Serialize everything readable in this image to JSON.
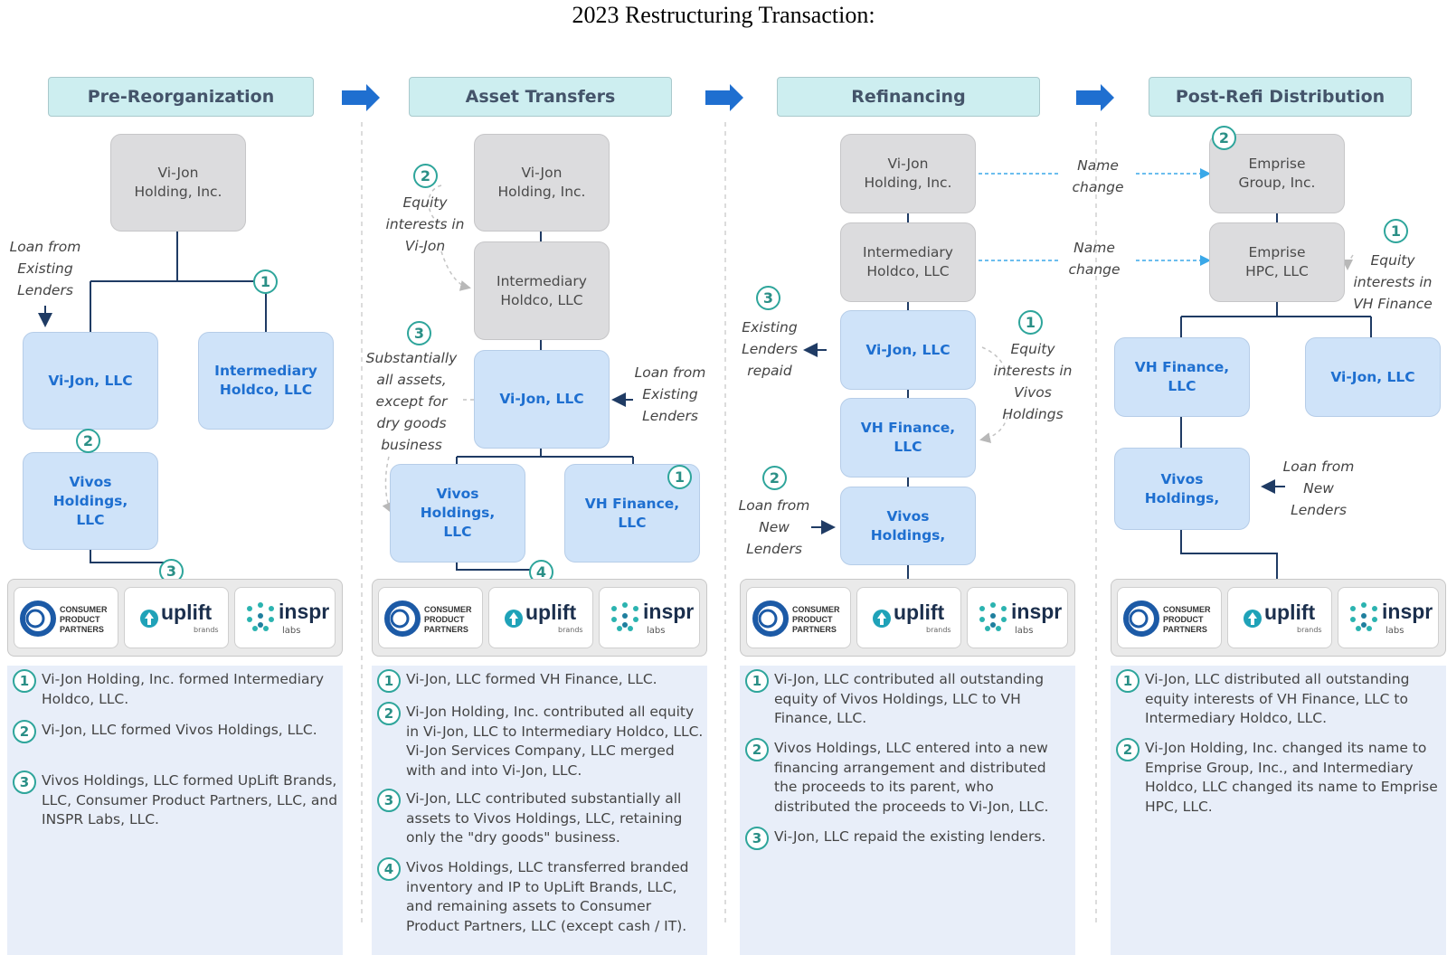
{
  "title": "2023 Restructuring Transaction:",
  "colors": {
    "stage_fill": "#cdeef0",
    "gray_box": "#dcdcde",
    "blue_box": "#cfe3f9",
    "entity_text": "#1e6fd0",
    "badge": "#2ea59b",
    "connector": "#1f3b64",
    "name_change": "#3aa8e8",
    "notes_panel": "#e8eef9"
  },
  "stages": [
    "Pre-Reorganization",
    "Asset Transfers",
    "Refinancing",
    "Post-Refi Distribution"
  ],
  "panel1": {
    "vijon_holding": "Vi-Jon\nHolding, Inc.",
    "vijon_llc": "Vi-Jon, LLC",
    "intermediary": "Intermediary\nHoldco, LLC",
    "vivos": "Vivos\nHoldings,\nLLC",
    "loan_note": "Loan from\nExisting\nLenders",
    "notes": [
      {
        "num": "1",
        "text": "Vi-Jon Holding, Inc. formed Intermediary Holdco, LLC."
      },
      {
        "num": "2",
        "text": "Vi-Jon, LLC formed Vivos Holdings, LLC."
      },
      {
        "num": "3",
        "text": "Vivos Holdings, LLC formed UpLift Brands, LLC, Consumer Product Partners, LLC, and INSPR Labs, LLC."
      }
    ]
  },
  "panel2": {
    "vijon_holding": "Vi-Jon\nHolding, Inc.",
    "intermediary": "Intermediary\nHoldco, LLC",
    "vijon_llc": "Vi-Jon, LLC",
    "vivos": "Vivos\nHoldings,\nLLC",
    "vh_finance": "VH Finance,\nLLC",
    "equity_note": "Equity\ninterests in\nVi-Jon",
    "assets_note": "Substantially\nall assets,\nexcept for\ndry goods\nbusiness",
    "loan_note": "Loan from\nExisting\nLenders",
    "notes": [
      {
        "num": "1",
        "text": "Vi-Jon, LLC formed VH Finance, LLC."
      },
      {
        "num": "2",
        "text": "Vi-Jon Holding, Inc. contributed all equity in Vi-Jon, LLC to Intermediary Holdco, LLC. Vi-Jon Services Company, LLC merged with and into Vi-Jon, LLC."
      },
      {
        "num": "3",
        "text": "Vi-Jon, LLC contributed substantially all assets to Vivos Holdings, LLC, retaining only the \"dry goods\" business."
      },
      {
        "num": "4",
        "text": "Vivos Holdings, LLC transferred branded inventory and IP to UpLift Brands, LLC, and remaining assets to Consumer Product Partners, LLC (except cash / IT)."
      }
    ]
  },
  "panel3": {
    "vijon_holding": "Vi-Jon\nHolding, Inc.",
    "intermediary": "Intermediary\nHoldco, LLC",
    "vijon_llc": "Vi-Jon, LLC",
    "vh_finance": "VH Finance,\nLLC",
    "vivos": "Vivos\nHoldings,",
    "repaid_note": "Existing\nLenders\nrepaid",
    "new_loan_note": "Loan from\nNew\nLenders",
    "equity_note": "Equity\ninterests in\nVivos\nHoldings",
    "name_change_1": "Name\nchange",
    "name_change_2": "Name\nchange",
    "notes": [
      {
        "num": "1",
        "text": "Vi-Jon, LLC contributed all outstanding equity of Vivos Holdings, LLC to VH Finance, LLC."
      },
      {
        "num": "2",
        "text": "Vivos Holdings, LLC entered into a new financing arrangement and distributed the proceeds to its parent, who distributed the proceeds to Vi-Jon, LLC."
      },
      {
        "num": "3",
        "text": "Vi-Jon, LLC repaid the existing lenders."
      }
    ]
  },
  "panel4": {
    "emprise_group": "Emprise\nGroup, Inc.",
    "emprise_hpc": "Emprise\nHPC, LLC",
    "vh_finance": "VH Finance,\nLLC",
    "vijon_llc": "Vi-Jon, LLC",
    "vivos": "Vivos\nHoldings,",
    "equity_note": "Equity\ninterests in\nVH Finance",
    "new_loan_note": "Loan from\nNew\nLenders",
    "notes": [
      {
        "num": "1",
        "text": "Vi-Jon, LLC distributed all outstanding equity interests of VH Finance, LLC to Intermediary Holdco, LLC."
      },
      {
        "num": "2",
        "text": "Vi-Jon Holding, Inc. changed its name to Emprise Group, Inc., and Intermediary Holdco, LLC changed its name to Emprise HPC, LLC."
      }
    ]
  },
  "logos": {
    "cpp_1": "CONSUMER",
    "cpp_2": "PRODUCT",
    "cpp_3": "PARTNERS",
    "uplift": "uplift",
    "uplift_sub": "brands",
    "inspr": "inspr",
    "inspr_sub": "labs"
  }
}
